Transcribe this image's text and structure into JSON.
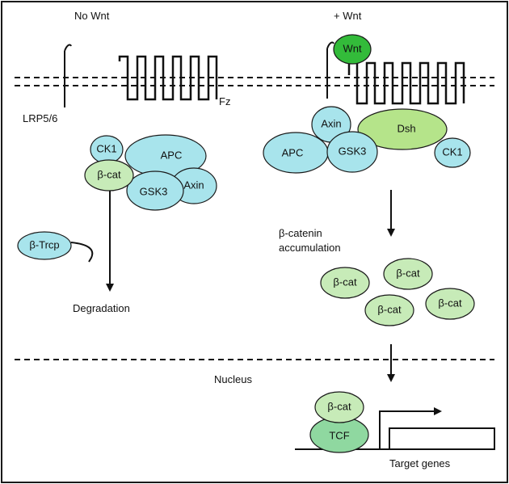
{
  "labels": {
    "no_wnt": "No Wnt",
    "plus_wnt": "+ Wnt",
    "lrp": "LRP5/6",
    "fz": "Fz",
    "degradation": "Degradation",
    "beta_catenin_line1": "β-catenin",
    "beta_catenin_line2": "accumulation",
    "nucleus": "Nucleus",
    "target_genes": "Target genes"
  },
  "nodes": {
    "wnt": "Wnt",
    "left_ck1": "CK1",
    "left_apc": "APC",
    "left_bcat": "β-cat",
    "left_gsk3": "GSK3",
    "left_axin": "Axin",
    "btrcp": "β-Trcp",
    "right_axin": "Axin",
    "right_dsh": "Dsh",
    "right_apc": "APC",
    "right_gsk3": "GSK3",
    "right_ck1": "CK1",
    "acc_bcat_1": "β-cat",
    "acc_bcat_2": "β-cat",
    "acc_bcat_3": "β-cat",
    "acc_bcat_4": "β-cat",
    "nuc_bcat": "β-cat",
    "tcf": "TCF"
  },
  "colors": {
    "cyan": "#a8e4ec",
    "green_light": "#c7ebb8",
    "green_mid": "#b5e48a",
    "green_dark": "#33bb3a",
    "tcf": "#8fd8a0",
    "border": "#1a1a1a"
  }
}
